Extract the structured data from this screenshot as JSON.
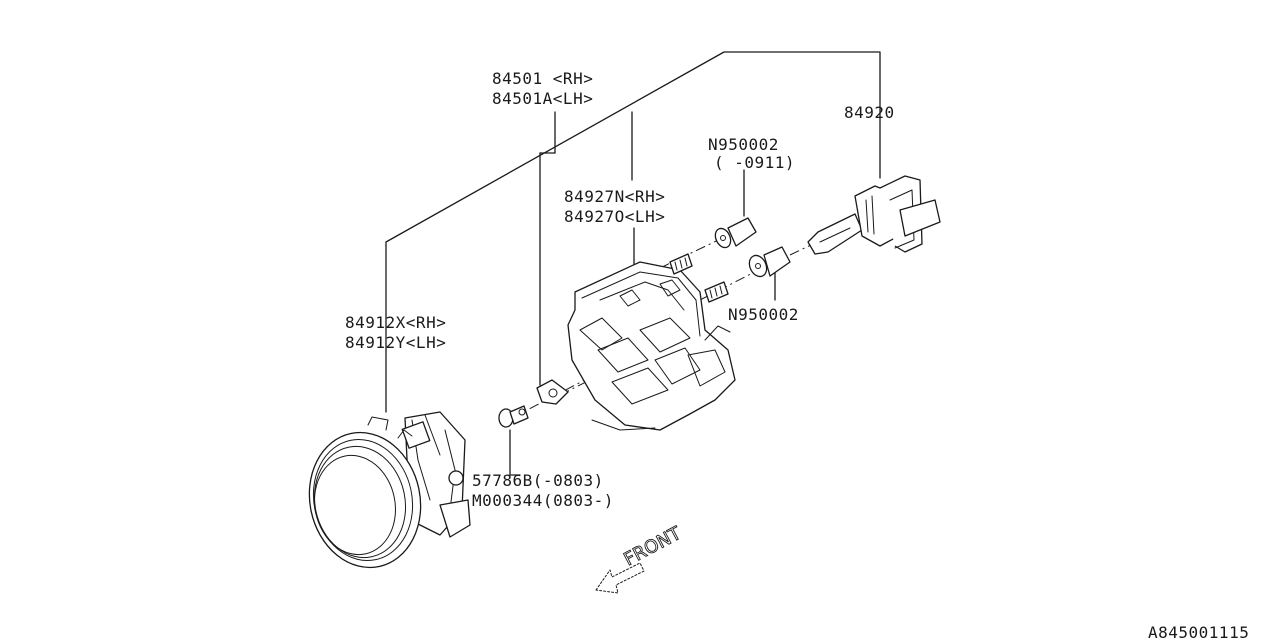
{
  "labels": {
    "lamp_assy_rh": "84501 <RH>",
    "lamp_assy_lh": "84501A<LH>",
    "bulb": "84920",
    "screw_top": "N950002",
    "screw_top_range": "( -0911)",
    "bracket_rh": "84927N<RH>",
    "bracket_lh": "84927O<LH>",
    "lens_rh": "84912X<RH>",
    "lens_lh": "84912Y<LH>",
    "screw_right": "N950002",
    "clip_a": "57786B(-0803)",
    "clip_b": "M000344(0803-)",
    "front_marker": "FRONT",
    "diagram_code": "A845001115"
  }
}
